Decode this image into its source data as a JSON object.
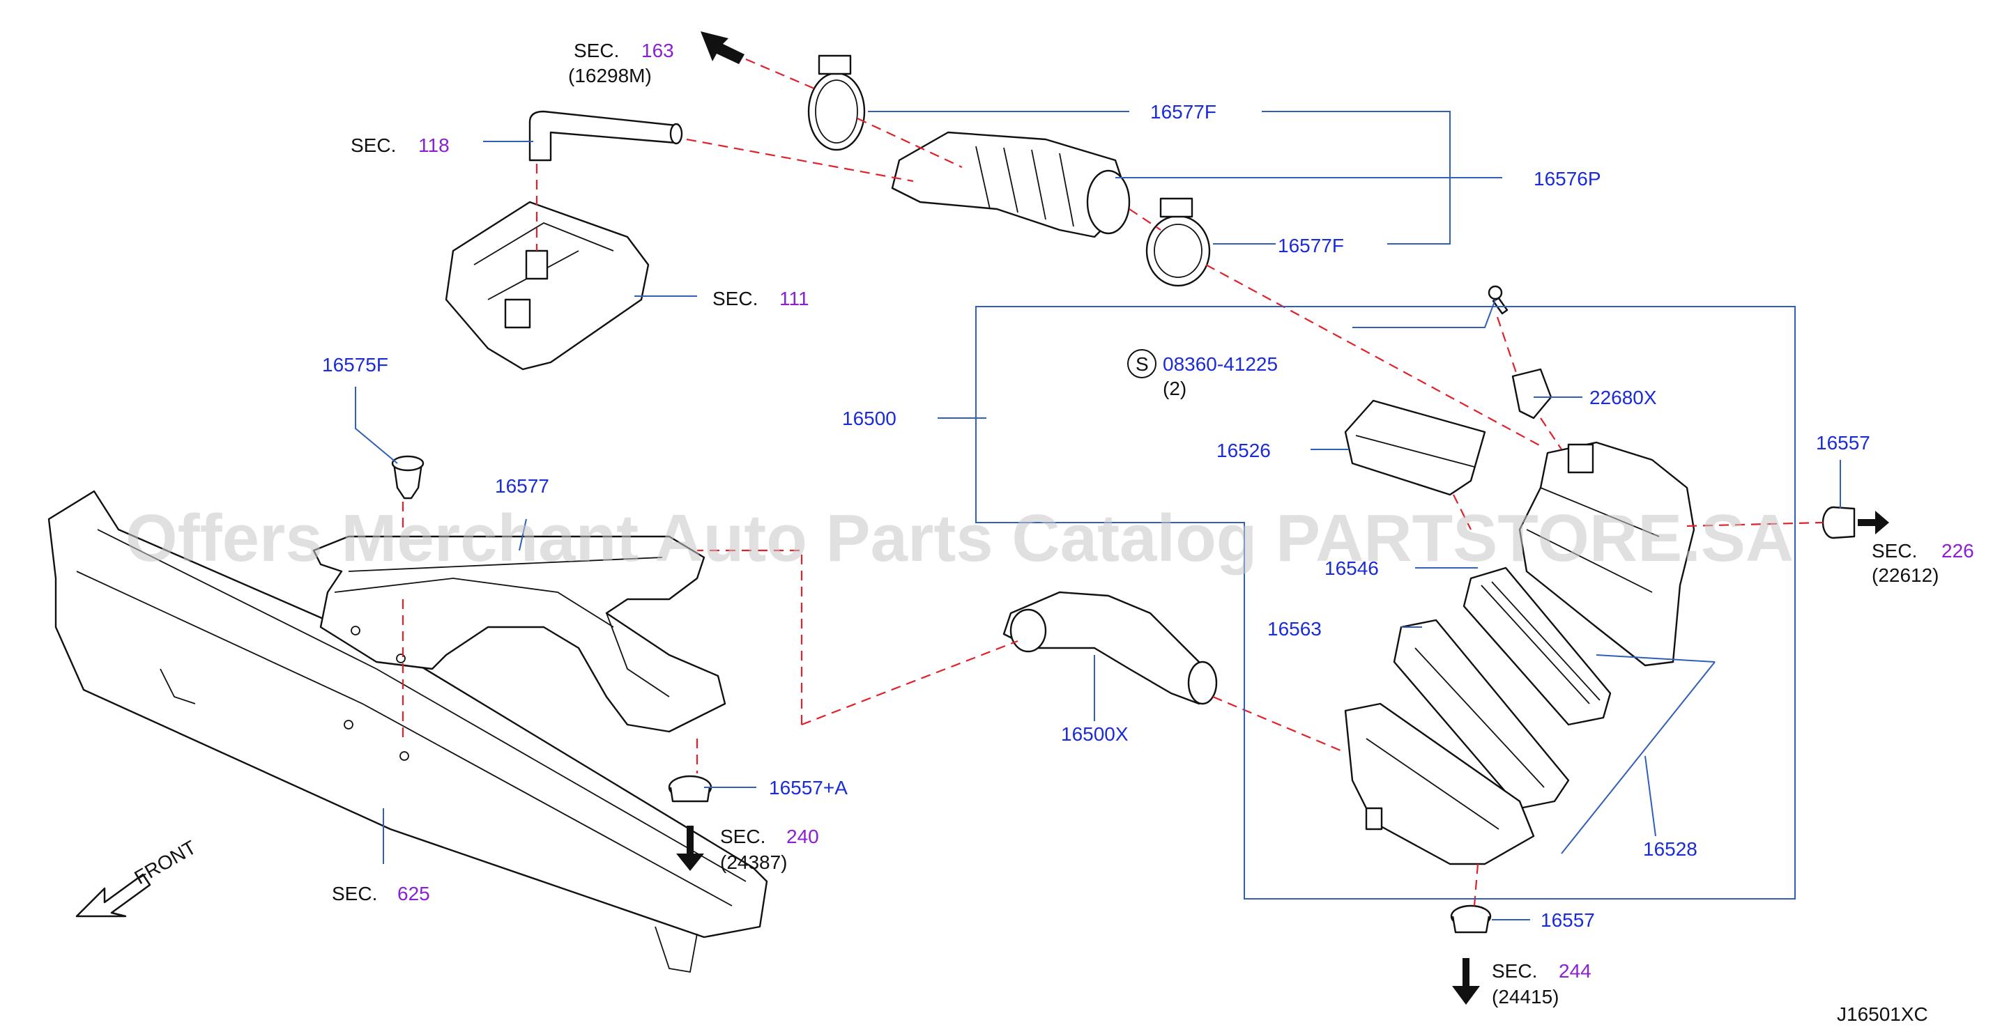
{
  "watermark": "Offers Merchant Auto Parts Catalog PARTSTORE.SA",
  "diagram_code": "J16501XC",
  "front_label": "FRONT",
  "labels": {
    "sec163": {
      "prefix": "SEC.",
      "num": "163",
      "sub": "(16298M)"
    },
    "sec118": {
      "prefix": "SEC.",
      "num": "118"
    },
    "sec111": {
      "prefix": "SEC.",
      "num": "111"
    },
    "sec625": {
      "prefix": "SEC.",
      "num": "625"
    },
    "sec240": {
      "prefix": "SEC.",
      "num": "240",
      "sub": "(24387)"
    },
    "sec244": {
      "prefix": "SEC.",
      "num": "244",
      "sub": "(24415)"
    },
    "sec226": {
      "prefix": "SEC.",
      "num": "226",
      "sub": "(22612)"
    },
    "p16577F_a": "16577F",
    "p16577F_b": "16577F",
    "p16576P": "16576P",
    "p16575F": "16575F",
    "p16577": "16577",
    "p16500": "16500",
    "p08360": "08360-41225",
    "p08360_qty": "(2)",
    "p08360_mark": "S",
    "p22680X": "22680X",
    "p16526": "16526",
    "p16557_r": "16557",
    "p16546": "16546",
    "p16563": "16563",
    "p16500X": "16500X",
    "p16557A": "16557+A",
    "p16528": "16528",
    "p16557_b": "16557"
  },
  "colors": {
    "part_number": "#1a2bd8",
    "section_number": "#8a1fd6",
    "leader_line": "#2f5fb8",
    "dashed_line": "#e0202a"
  }
}
